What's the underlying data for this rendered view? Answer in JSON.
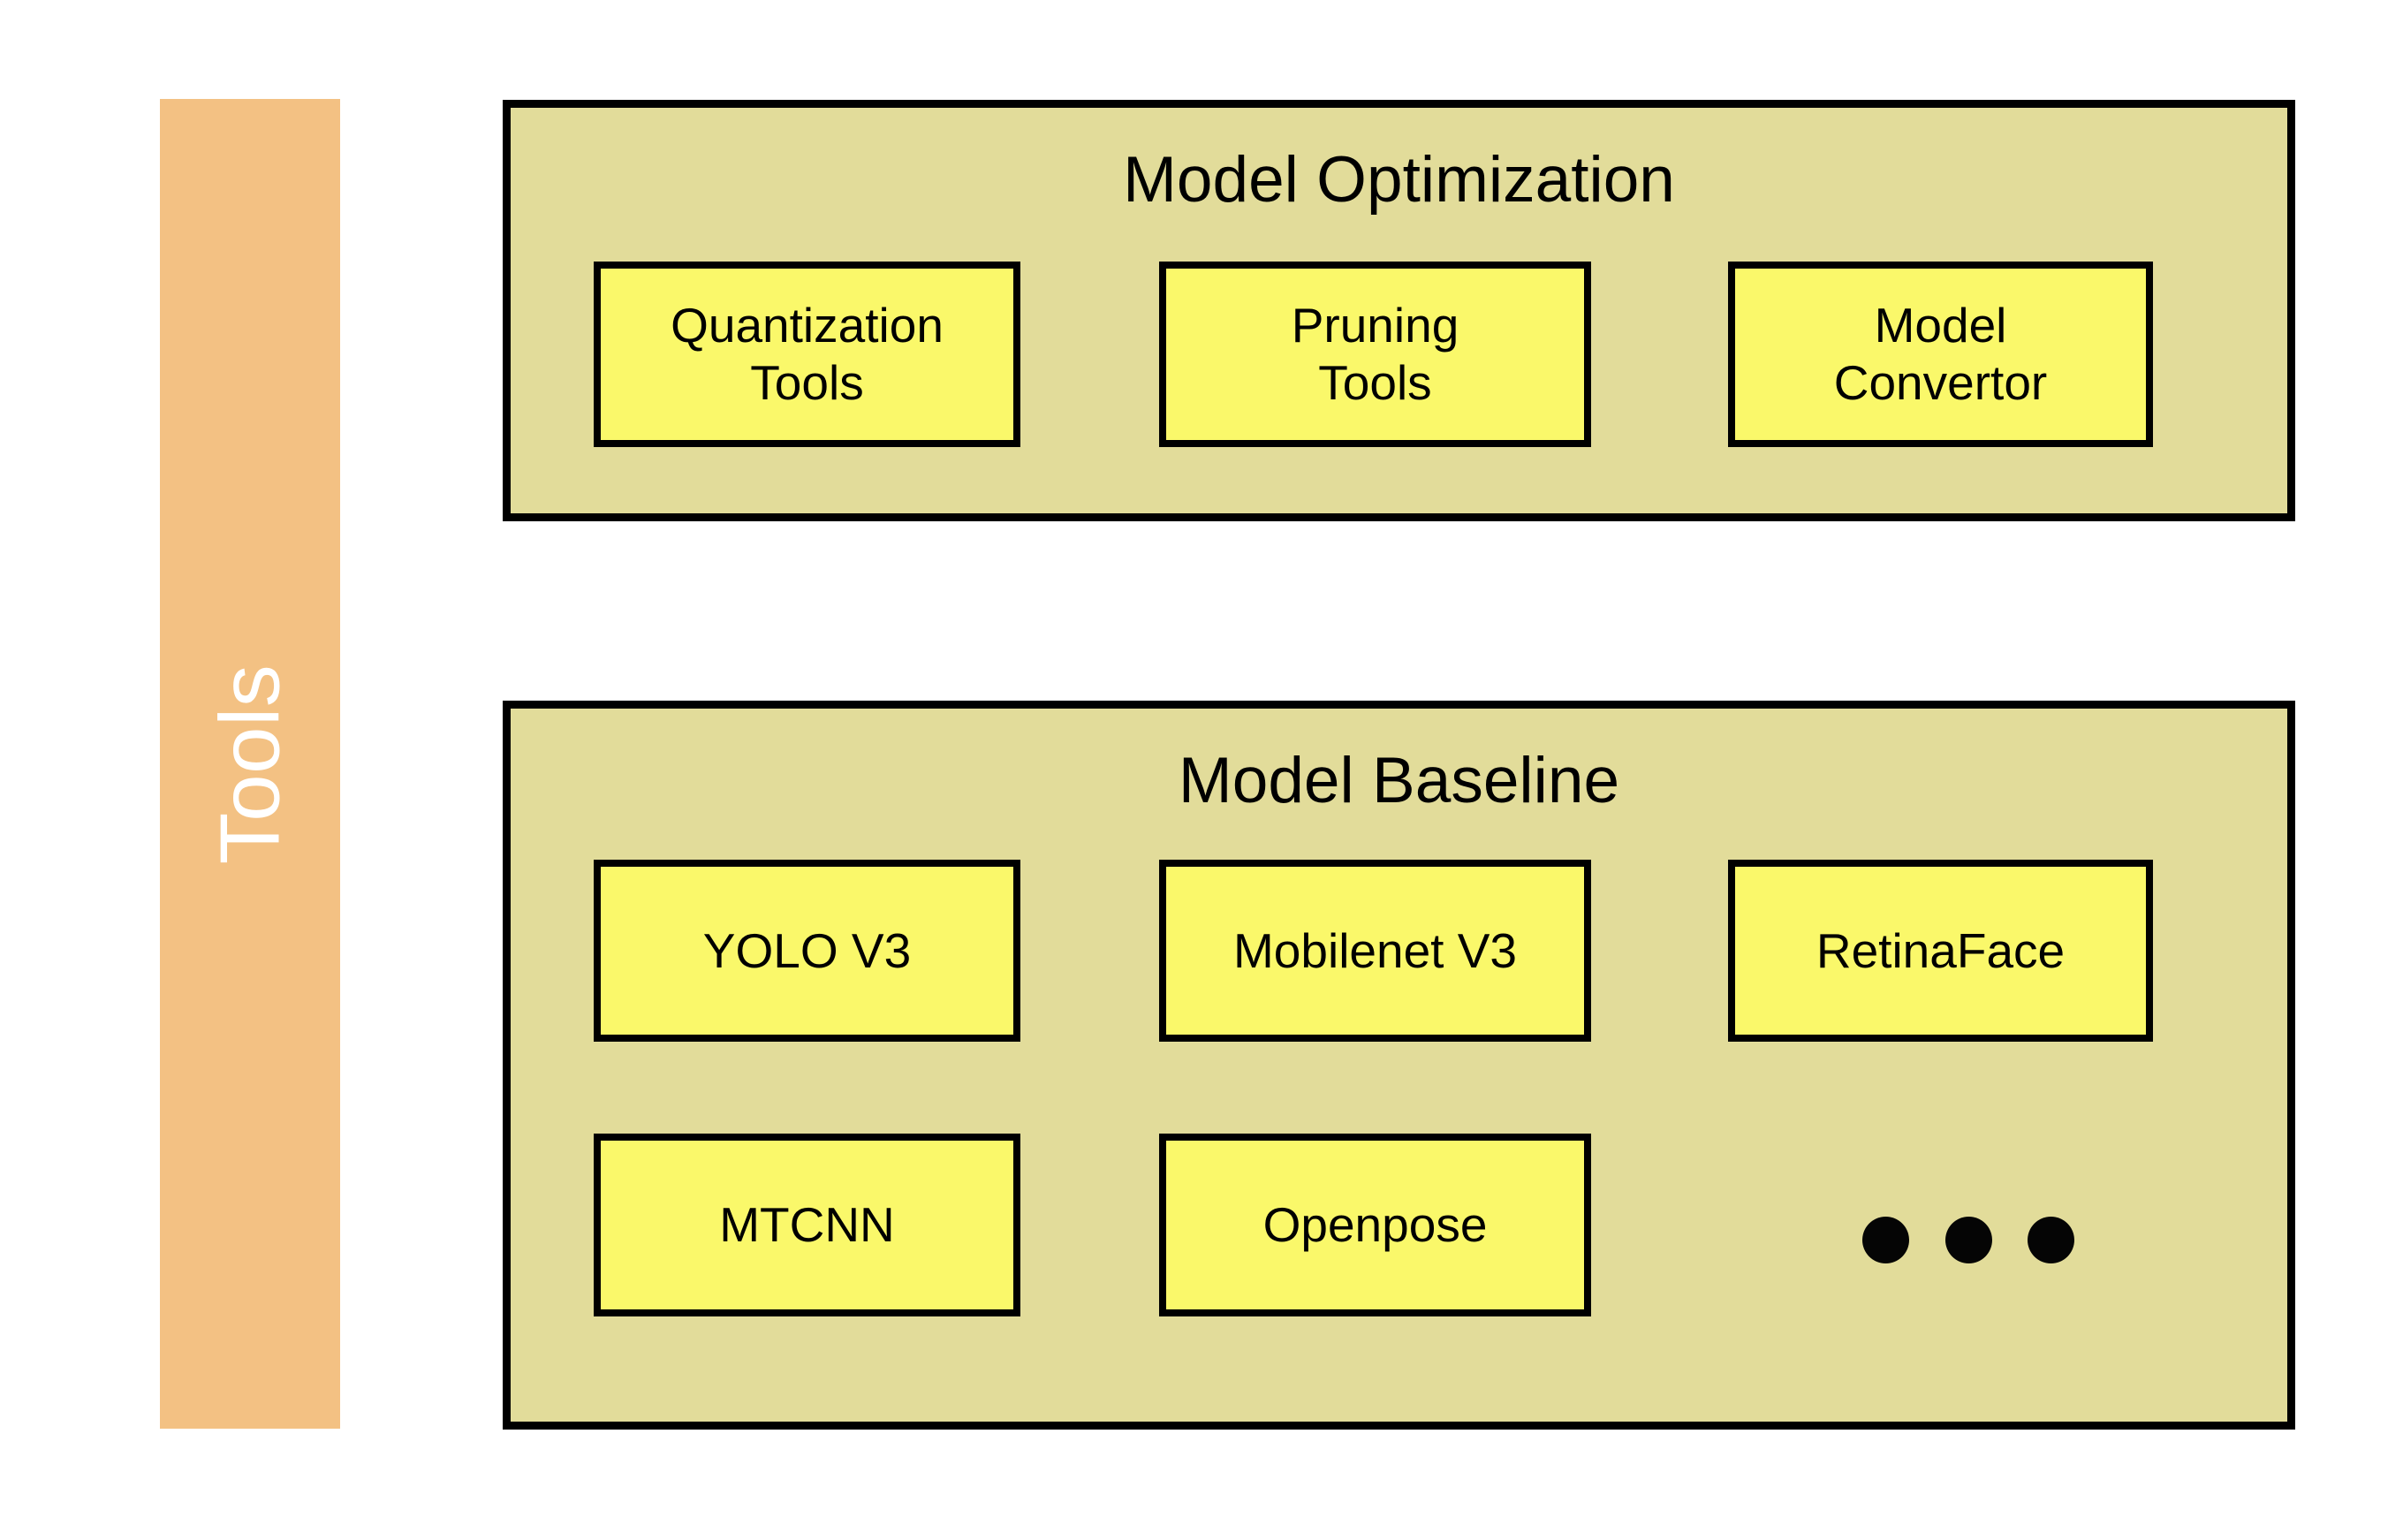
{
  "category_bar": {
    "label": "Tools",
    "color": "#f3c183",
    "text_color": "#ffffff"
  },
  "colors": {
    "panel_fill": "#e2dc9a",
    "box_fill": "#faf86a",
    "stroke": "#000000",
    "background": "#ffffff"
  },
  "groups": [
    {
      "title": "Model Optimization",
      "items": [
        {
          "label": "Quantization\nTools"
        },
        {
          "label": "Pruning\nTools"
        },
        {
          "label": "Model\nConvertor"
        }
      ]
    },
    {
      "title": "Model Baseline",
      "items": [
        {
          "label": "YOLO V3"
        },
        {
          "label": "Mobilenet V3"
        },
        {
          "label": "RetinaFace"
        },
        {
          "label": "MTCNN"
        },
        {
          "label": "Openpose"
        }
      ],
      "ellipsis_dots": 3
    }
  ]
}
